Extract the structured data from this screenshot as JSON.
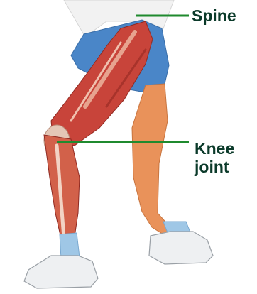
{
  "labels": {
    "spine": "Spine",
    "knee_line1": "Knee",
    "knee_line2": "joint"
  },
  "colors": {
    "leader_line": "#1f8a2e",
    "label_text": "#0b3a2a",
    "shorts": "#4a86c8",
    "muscle": "#c8443a",
    "skin": "#e9925a",
    "sock": "#9fc7e6",
    "shoe": "#eef0f2"
  },
  "icons": {
    "illustration": "running-leg-anatomy-illustration"
  }
}
